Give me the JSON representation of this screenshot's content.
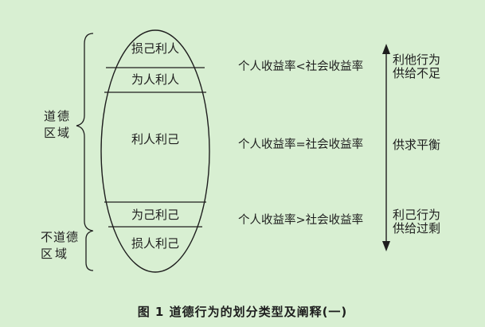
{
  "zones": {
    "moral": [
      "道德",
      "区域"
    ],
    "immoral": [
      "不道德",
      "区域"
    ]
  },
  "segments": [
    "损己利人",
    "为人利人",
    "利人利己",
    "为己利己",
    "损人利己"
  ],
  "ratios": [
    "个人收益率<社会收益率",
    "个人收益率=社会收益率",
    "个人收益率>社会收益率"
  ],
  "supply": [
    [
      "利他行为",
      "供给不足"
    ],
    [
      "供求平衡"
    ],
    [
      "利己行为",
      "供给过剩"
    ]
  ],
  "caption": "图 1   道德行为的划分类型及阐释(一)"
}
